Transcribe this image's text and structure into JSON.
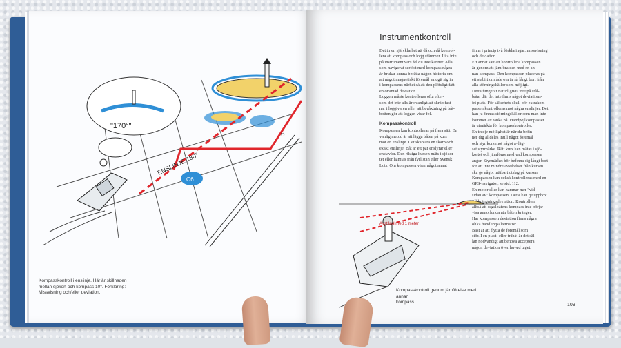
{
  "scene": {
    "description": "Photograph of an open book on a white towel"
  },
  "left_page": {
    "illustration": {
      "bubble_text": "\"170°\"",
      "route_label": "ENSLINJE 180°",
      "buoy_label": "O6",
      "chart_number": "6"
    },
    "caption": [
      "Kompasskontroll i enslinje. Här är skillnaden",
      "mellan sjökort och kompass 10°. Förklaring:",
      "Missvisning och/eller deviation."
    ]
  },
  "right_page": {
    "title": "Instrumentkontroll",
    "col1": [
      "Det är en självklarhet att då och då kontrol-",
      "lera att kompass och logg stämmer. Lita inte",
      "på instrument vars fel du inte känner. Alla",
      "som navigerat seriöst med kompass några",
      "år brukar kunna berätta någon historia om",
      "att något magnetiskt föremål smugit sig in",
      "i kompassens närhet så att den plötsligt fått",
      "en oväntad deviation.",
      "Loggen måste kontrolleras ofta efter-",
      "som det inte alls är ovanligt att skräp fast-",
      "nar i loggivaren eller att bevåxtning på båt-",
      "botten gör att loggen visar fel."
    ],
    "col1_heading": "Kompasskontroll",
    "col1b": [
      "Kompassen kan kontrolleras på flera sätt. En",
      "vanlig metod är att lägga båten på kurs",
      "mot en enslinje. Det ska vara en skarp och",
      "exakt enslinje. Båt är ett par enslyrar eller",
      "enstavlor. Den riktiga kursen mäts i sjökor-",
      "tet eller hämtas från fyrlistan eller Svensk",
      "Lots. Om kompassen visar något annat"
    ],
    "col2": [
      "finns i princip två förklaringar: missvisning",
      "och deviation.",
      "Ett annat sätt att kontrollera kompassen",
      "är genom att jämföra den med en an-",
      "nan kompass. Den kompassen placeras på",
      "ett stabilt område om är så långt bort från",
      "alla störningskällor som möjligt.",
      "Detta fungerar naturligtvis inte på stål-",
      "båtar där det inte finns något deviations-",
      "fri plats. För säkerhets skull bör extrakom-",
      "passen kontrolleras mot några enslinjer. Det",
      "kan ju finnas störningskällor som man inte",
      "kommer att tänka på. Handpejlkompasser",
      "är utmärkta för kompasskontroller.",
      "En tredje möjlighet är när du befin-",
      "ner dig alldeles intill något föremål",
      "och styr kurs mot något avläg-",
      "set styrmärke. Rätt kurs kan mätas i sjö-",
      "kortet och jämföras med vad kompassen",
      "anger. Styrmärket bör befinna sig långt bort",
      "för att inte mindre avvikelser från kursen",
      "ska ge något mätbart utslag på kursen.",
      "Kompassen kan också kontrolleras med en",
      "GPS-navigator, se sid. 112.",
      "En motor eller kan hamnar mer \"vid",
      "sidan av\" kompassen. Detta kan ge upphov",
      "till krängningsdeviation. Kontrollera",
      "alltså att segelbåtens kompass inte börjar",
      "visa annorlunda när båten kränger.",
      "Har kompassen deviation finns några",
      "olika handlingsalternativ:",
      "Bäst är att flytta de föremål som",
      "stör. I en plast- eller träbåt är det säl-",
      "lan nödvändigt att behöva acceptera",
      "någon deviation över huvud taget."
    ],
    "figure_label": "Avstånd med 1 meter",
    "figure_caption": [
      "Kompasskontroll genom jämförelse med annan",
      "kompass."
    ],
    "page_number": "109"
  },
  "colors": {
    "cover": "#2f5d96",
    "route_red": "#e0262c",
    "water_blue": "#2f8fd6",
    "sand": "#f2d26a"
  }
}
